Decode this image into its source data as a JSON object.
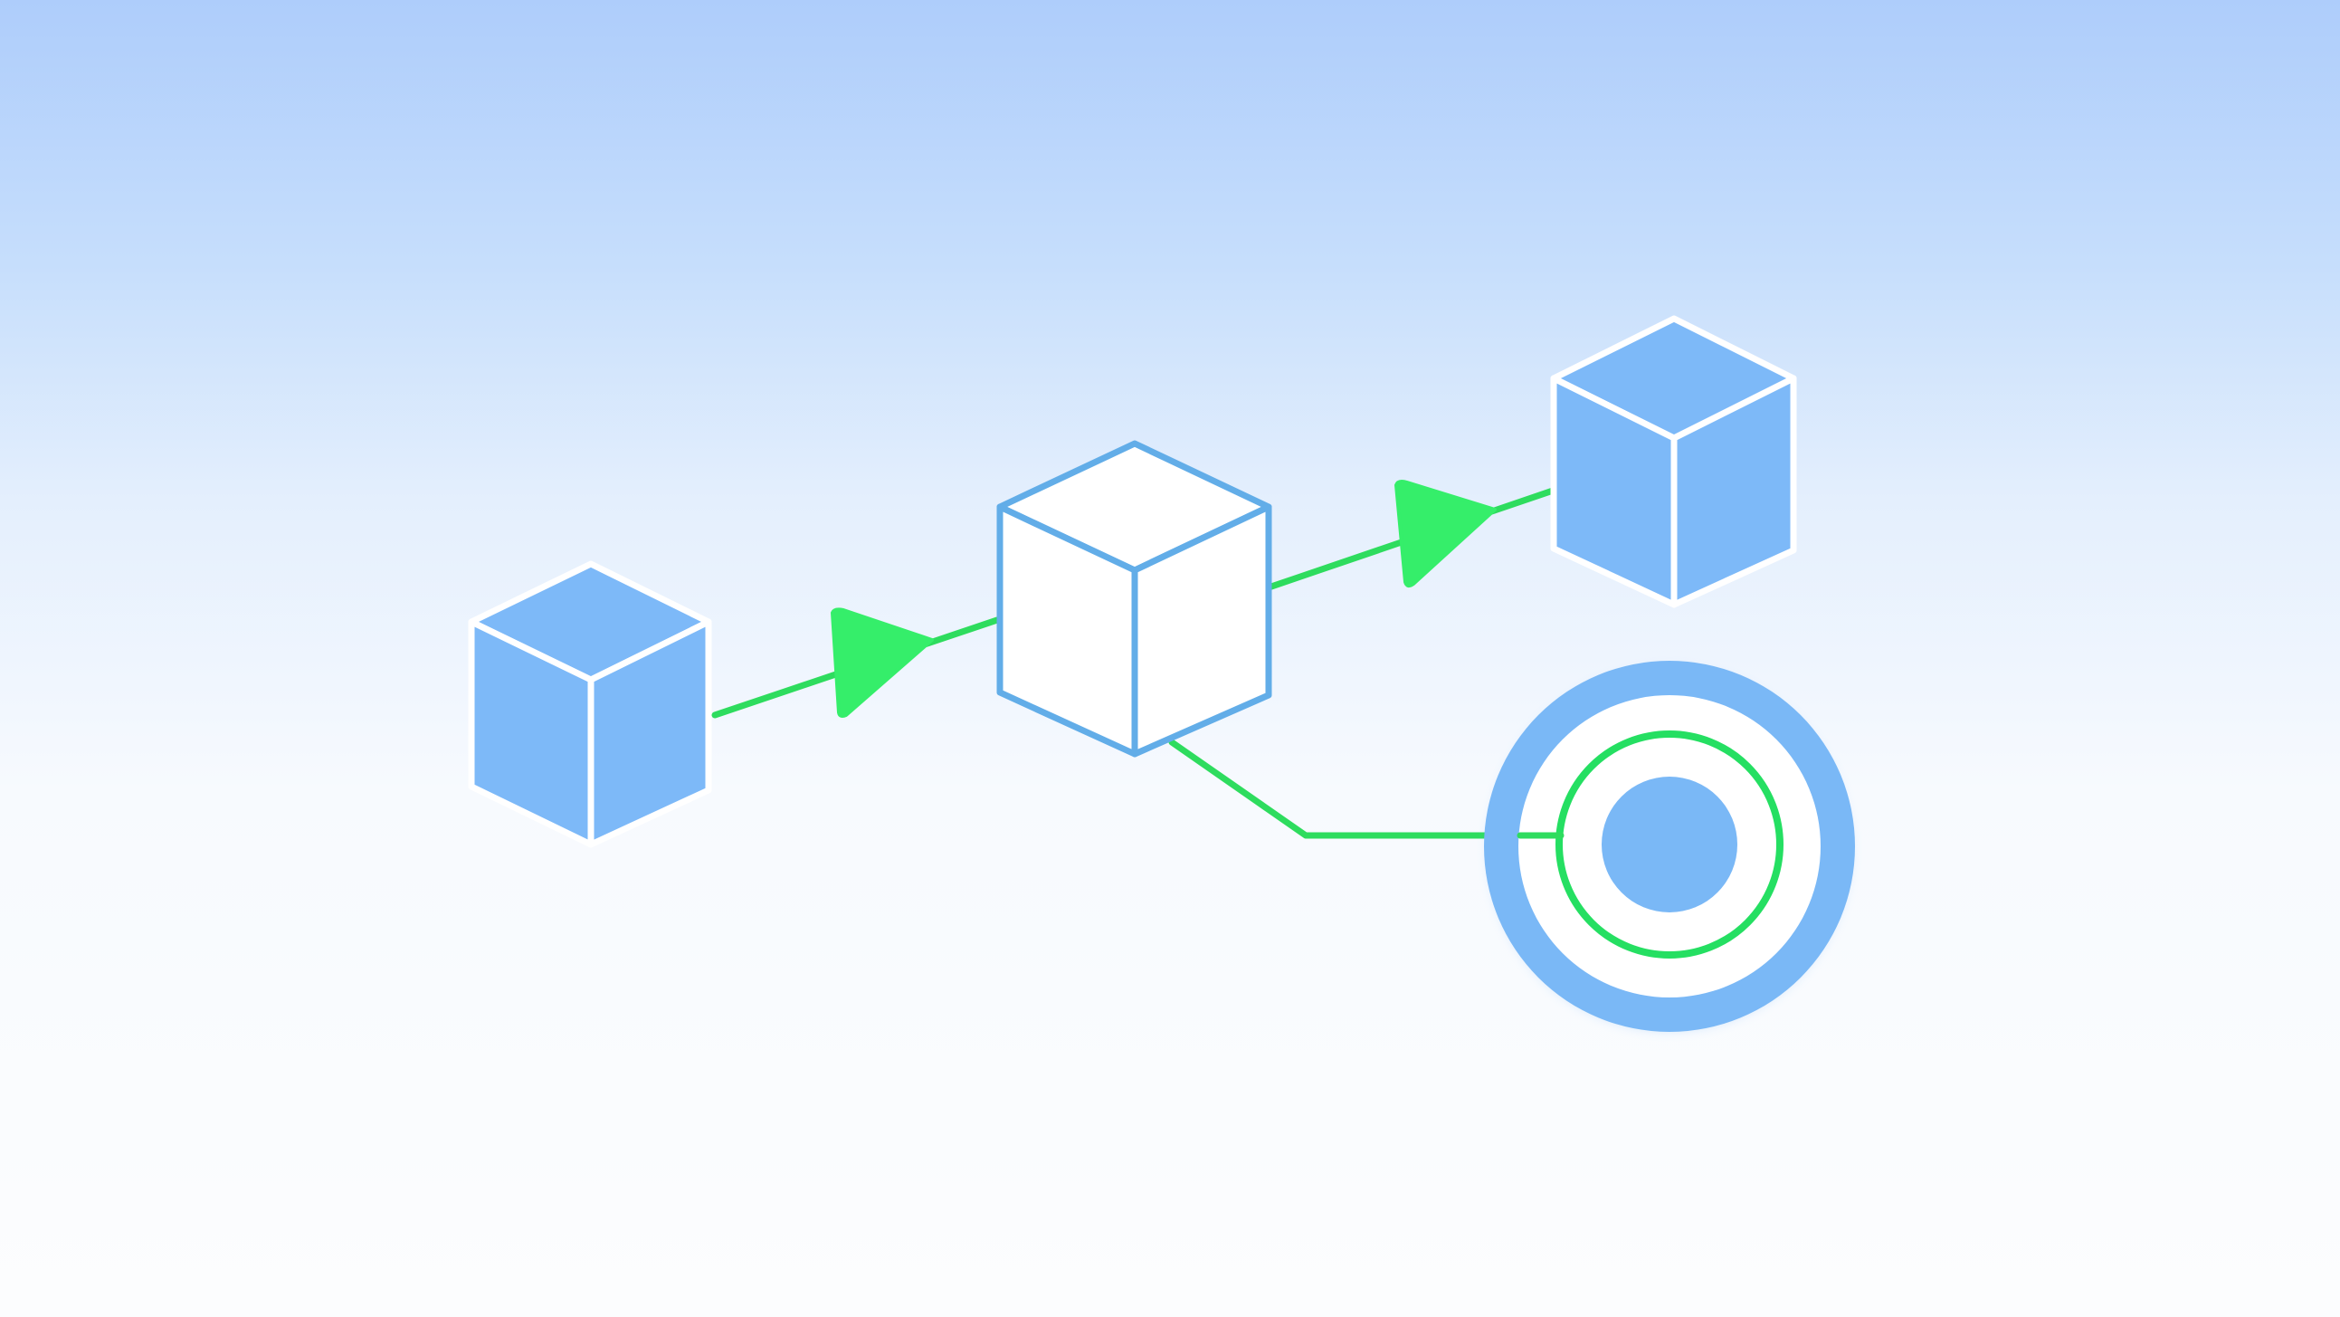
{
  "diagram": {
    "nodes": [
      {
        "id": "source-cube",
        "kind": "cube",
        "style": "filled"
      },
      {
        "id": "hub-cube",
        "kind": "cube",
        "style": "outline"
      },
      {
        "id": "target-cube",
        "kind": "cube",
        "style": "filled"
      },
      {
        "id": "target-node",
        "kind": "concentric-circle"
      }
    ],
    "edges": [
      {
        "from": "source-cube",
        "to": "hub-cube",
        "arrow": true
      },
      {
        "from": "hub-cube",
        "to": "target-cube",
        "arrow": true
      },
      {
        "from": "hub-cube",
        "to": "target-node",
        "arrow": false
      }
    ]
  },
  "colors": {
    "cube_fill": "#7db9f8",
    "cube_edge": "#ffffff",
    "outline_cube_fill": "#ffffff",
    "outline_cube_edge": "#62ade8",
    "connector": "#2edc5e",
    "arrowhead": "#35ee6a",
    "ring_outer": "#7ab8f6",
    "ring_gap": "#ffffff",
    "ring_inner": "#25df62"
  }
}
